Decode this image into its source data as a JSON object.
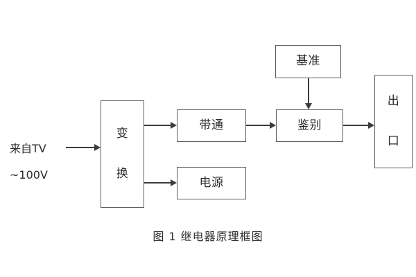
{
  "figure": {
    "caption": "图 1  继电器原理框图",
    "background_color": "#ffffff",
    "line_color": "#3c3c3c",
    "box_border_color": "#5a5a5a",
    "text_color": "#2b2b2b"
  },
  "input": {
    "source_line1": "来自TV",
    "source_line2": "~100V"
  },
  "nodes": {
    "transform": {
      "label": "变\n换"
    },
    "bandpass": {
      "label": "带通"
    },
    "power": {
      "label": "电源"
    },
    "reference": {
      "label": "基准"
    },
    "discriminator": {
      "label": "鉴别"
    },
    "output": {
      "label": "出\n口"
    }
  },
  "connections": [
    {
      "from": "input",
      "to": "transform",
      "direction": "right"
    },
    {
      "from": "transform",
      "to": "bandpass",
      "direction": "right"
    },
    {
      "from": "transform",
      "to": "power",
      "direction": "right"
    },
    {
      "from": "bandpass",
      "to": "discriminator",
      "direction": "right"
    },
    {
      "from": "reference",
      "to": "discriminator",
      "direction": "down"
    },
    {
      "from": "discriminator",
      "to": "output",
      "direction": "right"
    }
  ]
}
